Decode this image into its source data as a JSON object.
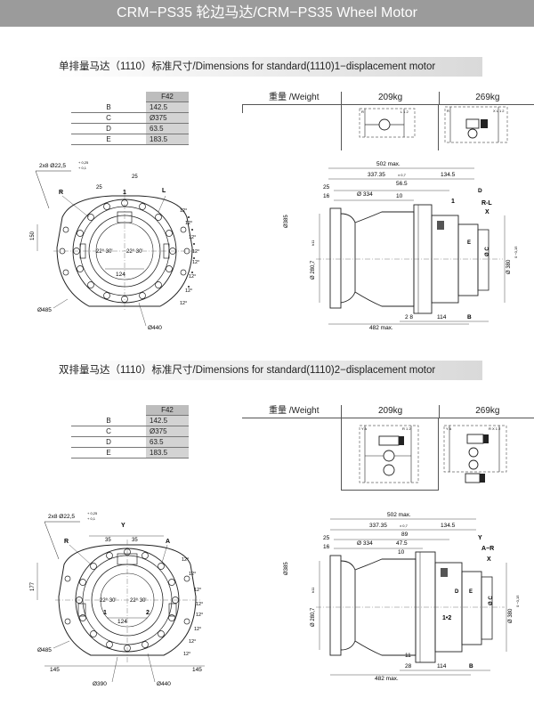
{
  "title": "CRM−PS35 轮边马达/CRM−PS35 Wheel Motor",
  "sections": [
    {
      "heading": "单排量马达（1110）标准尺寸/Dimensions for standard(1110)1−displacement motor",
      "table": {
        "header": "F42",
        "rows": [
          {
            "label": "B",
            "value": "142.5"
          },
          {
            "label": "C",
            "value": "Ø375"
          },
          {
            "label": "D",
            "value": "63.5"
          },
          {
            "label": "E",
            "value": "183.5"
          }
        ]
      },
      "weight": {
        "label": "重量 /Weight",
        "cols": [
          "209kg",
          "269kg"
        ]
      },
      "front": {
        "holes": "2x8 Ø22,5",
        "tol_up": "+ 0,25",
        "tol_dn": "+ 0,1",
        "port_r": "R",
        "port_1": "1",
        "port_l": "L",
        "ang_a": "25",
        "ang_b": "25",
        "deg": [
          "12°",
          "12°",
          "12°",
          "12°",
          "12°",
          "12°",
          "12°",
          "12°"
        ],
        "a1": "22° 30'",
        "a2": "22° 30'",
        "d150": "150",
        "d124": "124",
        "d485": "Ø485",
        "d440": "Ø440"
      },
      "side": {
        "d502": "502 max.",
        "d337": "337.35",
        "d337tol": "± 0,7",
        "d1345": "134.5",
        "d565": "56.5",
        "d25": "25",
        "d16": "16",
        "d334": "Ø 334",
        "d10": "10",
        "p1": "1",
        "pD": "D",
        "pRL": "R-L",
        "pX": "X",
        "pE": "E",
        "pC": "Ø C",
        "d385": "Ø385",
        "d2807": "Ø 280,7",
        "d2807tol": "h11",
        "d380": "Ø 380",
        "d380tol": "0 −0,15",
        "d28": "2 8",
        "d114": "114",
        "pB": "B",
        "d482": "482 max."
      }
    },
    {
      "heading": "双排量马达（1110）标准尺寸/Dimensions for standard(1110)2−displacement motor",
      "table": {
        "header": "F42",
        "rows": [
          {
            "label": "B",
            "value": "142.5"
          },
          {
            "label": "C",
            "value": "Ø375"
          },
          {
            "label": "D",
            "value": "63.5"
          },
          {
            "label": "E",
            "value": "183.5"
          }
        ]
      },
      "weight": {
        "label": "重量 /Weight",
        "cols": [
          "209kg",
          "269kg"
        ]
      },
      "front": {
        "holes": "2x8 Ø22,5",
        "tol_up": "+ 0,25",
        "tol_dn": "+ 0,1",
        "port_y": "Y",
        "port_r": "R",
        "port_a": "A",
        "port_1": "1",
        "port_2": "2",
        "ang_a": "35",
        "ang_b": "35",
        "deg": [
          "12°",
          "12°",
          "12°",
          "12°",
          "12°",
          "12°",
          "12°",
          "12°"
        ],
        "a1": "22° 30'",
        "a2": "22° 30'",
        "d177": "177",
        "d124": "124",
        "d485": "Ø485",
        "d145a": "145",
        "d145b": "145",
        "d390": "Ø390",
        "d440": "Ø440"
      },
      "side": {
        "d502": "502 max.",
        "d337": "337.35",
        "d337tol": "± 0,7",
        "d1345": "134.5",
        "d89": "89",
        "d475": "47.5",
        "d25": "25",
        "d16": "16",
        "d334": "Ø 334",
        "d10": "10",
        "pY": "Y",
        "pAR": "A−R",
        "pX": "X",
        "pD": "D",
        "pE": "E",
        "pC": "Ø C",
        "p12": "1•2",
        "d385": "Ø385",
        "d2807": "Ø 280,7",
        "d2807tol": "h11",
        "d380": "Ø 380",
        "d380tol": "0 −0,15",
        "d11": "11",
        "d28": "28",
        "d114": "114",
        "pB": "B",
        "d482": "482 max."
      }
    }
  ]
}
